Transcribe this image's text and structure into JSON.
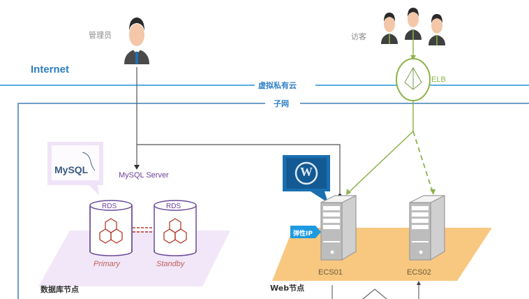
{
  "diagram": {
    "zones": {
      "internet": "Internet",
      "vpc": "虚拟私有云",
      "subnet": "子网"
    },
    "actors": {
      "admin": "管理员",
      "visitors": "访客"
    },
    "load_balancer": "ELB",
    "database": {
      "server_label": "MySQL Server",
      "logo_text": "MySQL",
      "primary": {
        "title": "RDS",
        "role": "Primary"
      },
      "standby": {
        "title": "RDS",
        "role": "Standby"
      },
      "node_label": "数据库节点"
    },
    "web": {
      "servers": [
        "ECS01",
        "ECS02"
      ],
      "eip_label": "弹性IP",
      "node_label": "Web节点",
      "app_logo": "W"
    },
    "colors": {
      "network_line": "#5aaee0",
      "elb_green": "#8ab34a",
      "db_platform": "#eadcf5",
      "web_platform": "#f8c880",
      "wordpress_blue": "#1a6fb0",
      "rds_outline": "#6a4a9a",
      "hex_red": "#b33a2a"
    }
  }
}
